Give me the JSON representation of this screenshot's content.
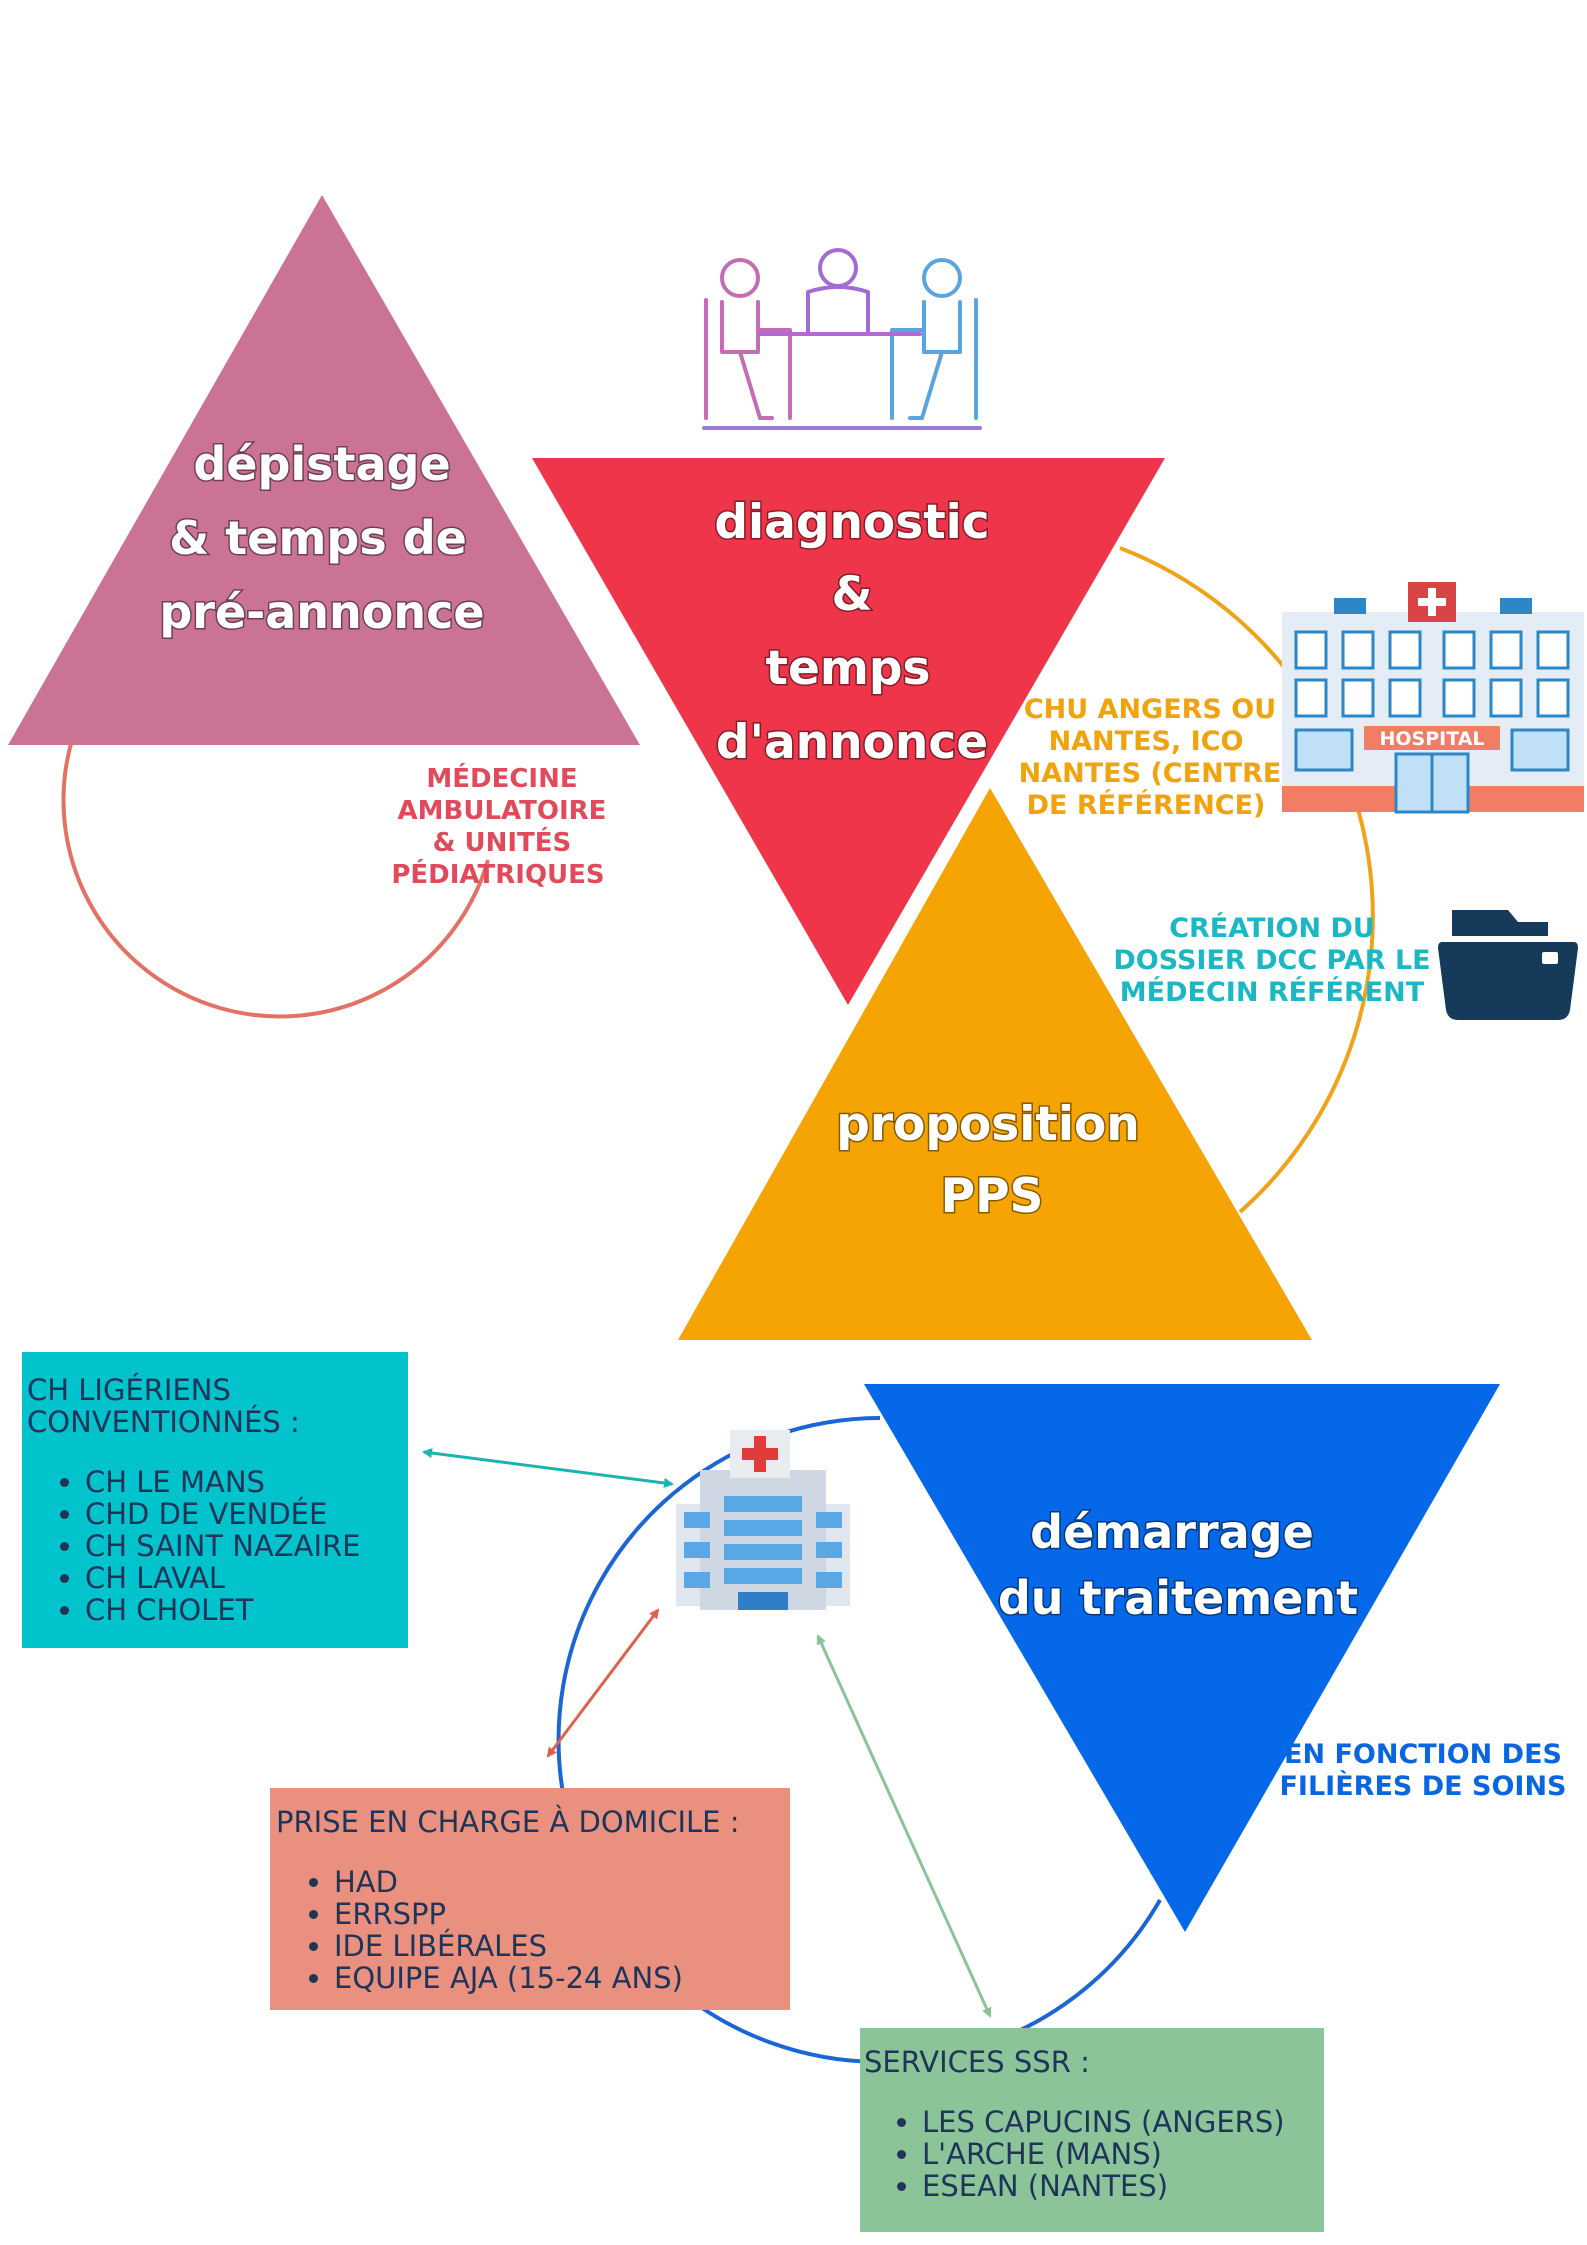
{
  "stages": {
    "depistage": [
      "dépistage",
      "& temps de",
      "pré-annonce"
    ],
    "diagnostic": [
      "diagnostic",
      "&",
      "temps",
      "d'annonce"
    ],
    "proposition": [
      "proposition",
      "PPS"
    ],
    "demarrage": [
      "démarrage",
      "du traitement"
    ]
  },
  "captions": {
    "medecine": [
      "MÉDECINE",
      "AMBULATOIRE",
      "& UNITÉS",
      "PÉDIATRIQUES"
    ],
    "chu": [
      "CHU ANGERS OU",
      "NANTES, ICO",
      "NANTES (CENTRE",
      "DE RÉFÉRENCE)"
    ],
    "dossier": [
      "CRÉATION DU",
      "DOSSIER DCC PAR LE",
      "MÉDECIN RÉFÉRENT"
    ],
    "filieres": [
      "EN FONCTION DES",
      "FILIÈRES DE SOINS"
    ]
  },
  "hospital_sign": "HOSPITAL",
  "boxes": {
    "ch": {
      "title_lines": [
        "CH LIGÉRIENS",
        "CONVENTIONNÉS :"
      ],
      "items": [
        "CH LE MANS",
        "CHD DE VENDÉE",
        "CH SAINT NAZAIRE",
        "CH LAVAL",
        "CH CHOLET"
      ]
    },
    "domicile": {
      "title_lines": [
        "PRISE EN CHARGE À DOMICILE :"
      ],
      "items": [
        "HAD",
        "ERRSPP",
        "IDE LIBÉRALES",
        "EQUIPE AJA (15-24 ANS)"
      ]
    },
    "ssr": {
      "title_lines": [
        "SERVICES SSR :"
      ],
      "items": [
        "LES CAPUCINS (ANGERS)",
        "L'ARCHE (MANS)",
        "ESEAN (NANTES)"
      ]
    }
  },
  "colors": {
    "depistage": "#cb7395",
    "diagnostic": "#ef3549",
    "proposition": "#f5a404",
    "demarrage": "#0468e8",
    "medecine_text": "#e04a5a",
    "chu_text": "#f0a30a",
    "dossier_text": "#1cb7c4",
    "filieres_text": "#0a66e0",
    "box_ch": "#02c2cb",
    "box_domicile": "#e9917e",
    "box_ssr": "#8ac498",
    "box_text": "#1e3559"
  }
}
